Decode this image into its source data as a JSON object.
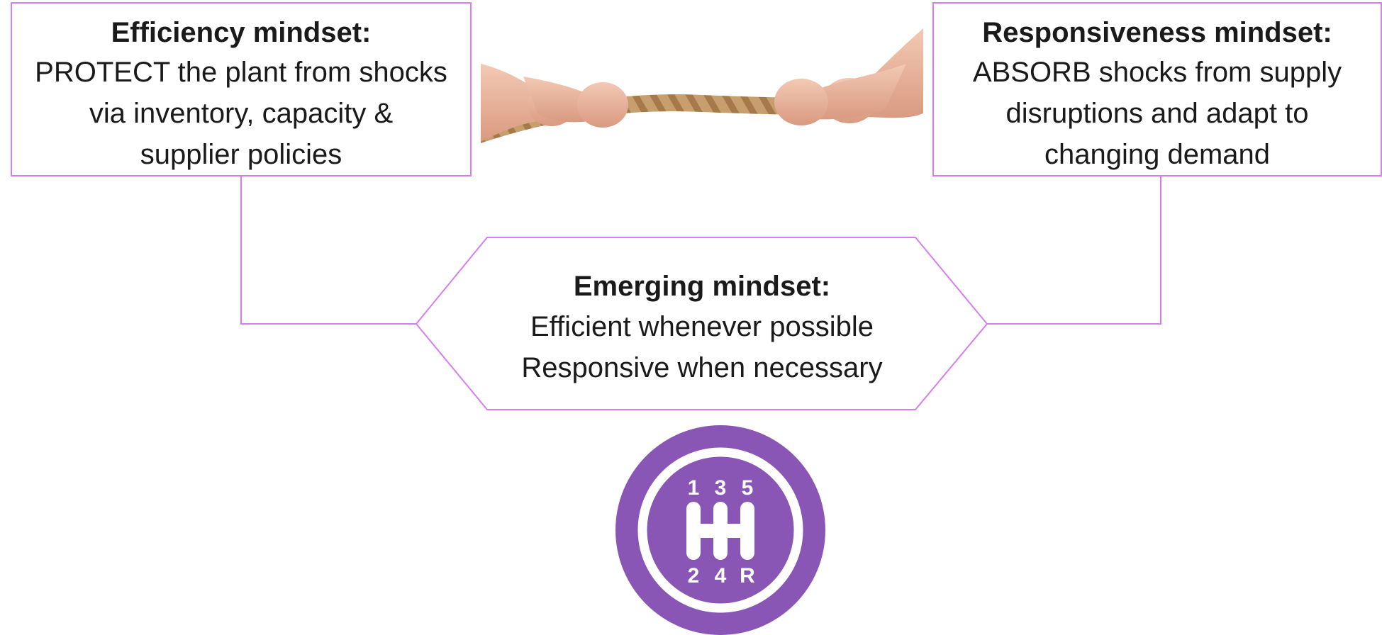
{
  "efficiency": {
    "title": "Efficiency mindset:",
    "lines": [
      "PROTECT the plant from shocks",
      "via inventory, capacity &",
      "supplier policies"
    ]
  },
  "responsiveness": {
    "title": "Responsiveness mindset:",
    "lines": [
      "ABSORB shocks from supply",
      "disruptions and adapt to",
      "changing demand"
    ]
  },
  "emerging": {
    "title": "Emerging mindset:",
    "lines": [
      "Efficient whenever possible",
      "Responsive when necessary"
    ]
  },
  "gear_icon": {
    "icon": "gear-shift-icon",
    "top_numbers": [
      "1",
      "3",
      "5"
    ],
    "bottom_numbers": [
      "2",
      "4",
      "R"
    ]
  },
  "rope_image": {
    "icon": "tug-of-war-rope-image"
  },
  "colors": {
    "accent_border": "#d67ef0",
    "gear_purple": "#8a56b5",
    "text": "#1a1a1a"
  }
}
